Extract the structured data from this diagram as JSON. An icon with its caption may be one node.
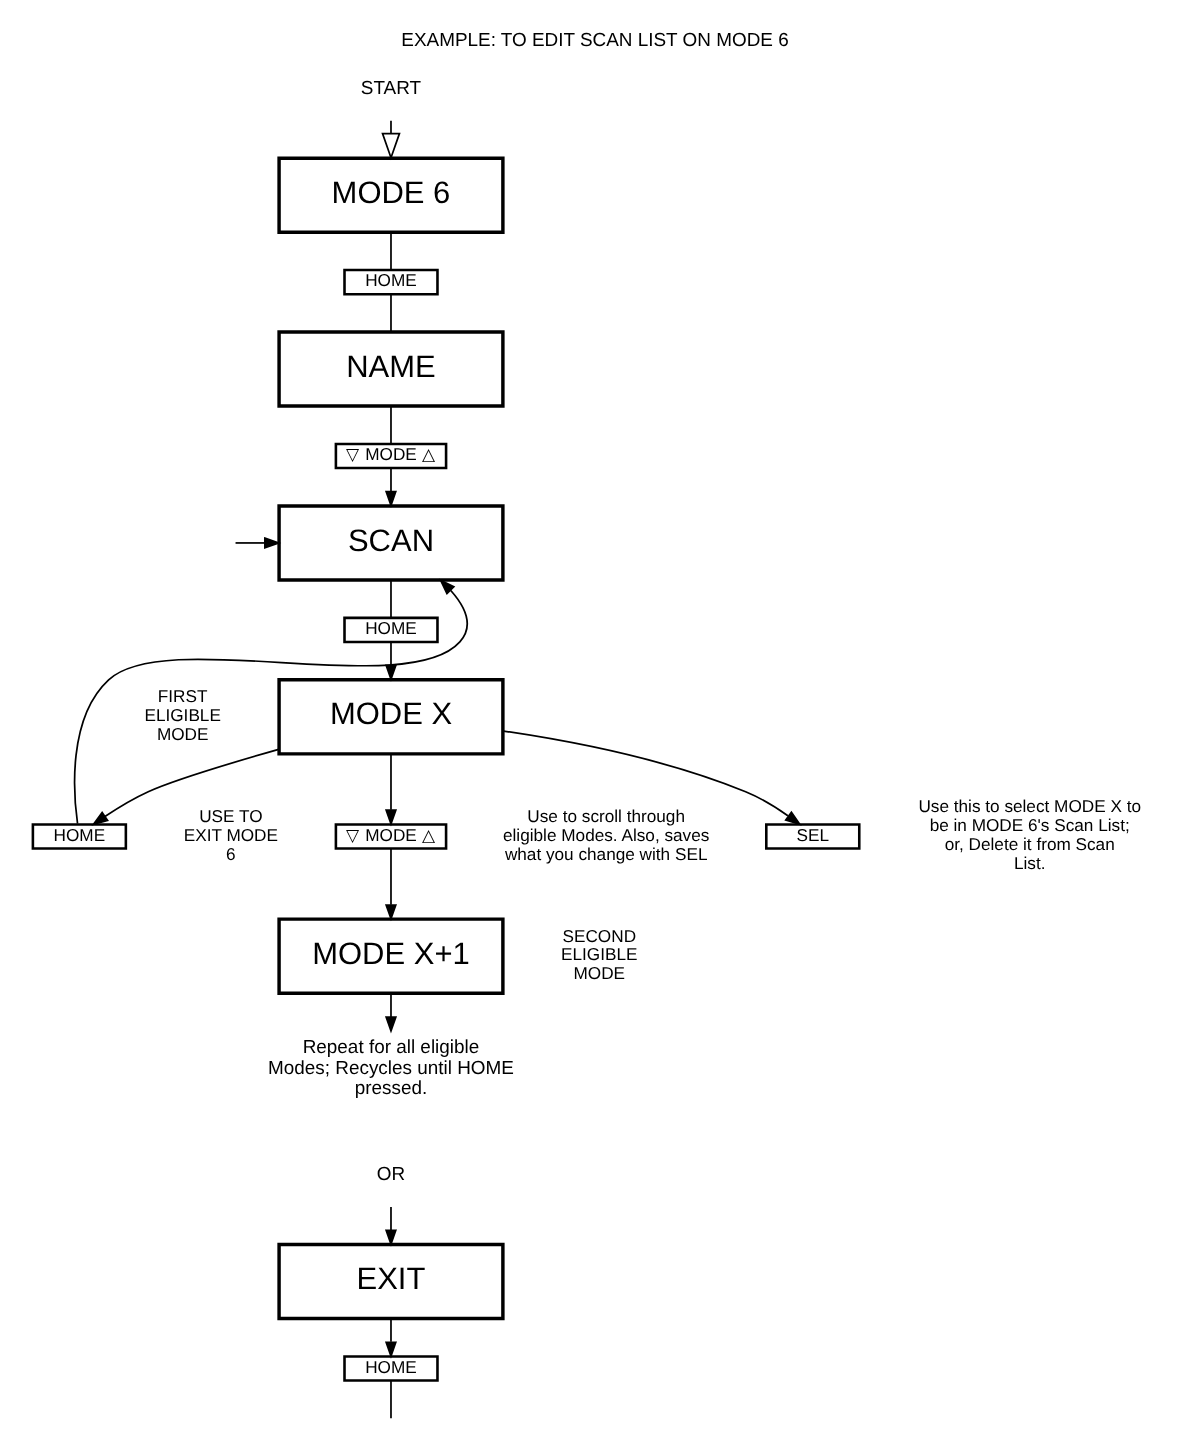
{
  "diagram": {
    "title": "EXAMPLE: TO EDIT SCAN LIST ON MODE 6",
    "nodes": [
      {
        "text": [
          "START"
        ]
      },
      {
        "text": [
          "MODE 6"
        ]
      },
      {
        "text": [
          "HOME"
        ]
      },
      {
        "text": [
          "NAME"
        ]
      },
      {
        "text": [
          "▽ MODE △"
        ]
      },
      {
        "text": [
          "SCAN"
        ]
      },
      {
        "text": [
          "HOME"
        ]
      },
      {
        "text": [
          "MODE X"
        ],
        "beside": [
          "FIRST ELIGIBLE MODE"
        ]
      },
      {
        "text": [
          "HOME"
        ],
        "beside": [
          "USE TO EXIT MODE 6"
        ]
      },
      {
        "text": [
          "▽ MODE △"
        ],
        "beside": [
          "Use to scroll through eligible Modes. Also, saves what you change with SEL"
        ]
      },
      {
        "text": [
          "SEL"
        ],
        "beside": [
          "Use this to select MODE X to be in MODE 6's Scan List; or, Delete it from Scan List."
        ]
      },
      {
        "text": [
          "MODE X+1"
        ],
        "beside": [
          "SECOND ELIGIBLE MODE"
        ]
      },
      {
        "text": [
          "Repeat for all eligible Modes; Recycles until HOME pressed."
        ]
      },
      {
        "text": [
          "OR"
        ]
      },
      {
        "text": [
          "EXIT"
        ]
      },
      {
        "text": [
          "HOME"
        ]
      }
    ],
    "edges": [
      {
        "from": 0,
        "to": 1,
        "arrow": "to"
      },
      {
        "from": 1,
        "to": 2,
        "arrow": "none"
      },
      {
        "from": 2,
        "to": 3,
        "arrow": "none"
      },
      {
        "from": 3,
        "to": 4,
        "arrow": "none"
      },
      {
        "from": 4,
        "to": 5,
        "arrow": "to"
      },
      {
        "from": 5,
        "to": 6,
        "arrow": "none"
      },
      {
        "from": 6,
        "to": 7,
        "arrow": "to"
      },
      {
        "from": 7,
        "to": 8,
        "arrow": "to"
      },
      {
        "from": 8,
        "to": 5,
        "arrow": "to"
      },
      {
        "from": null,
        "to": 5,
        "arrow": "to"
      },
      {
        "from": 7,
        "to": 9,
        "arrow": "to"
      },
      {
        "from": 9,
        "to": 11,
        "arrow": "to"
      },
      {
        "from": 7,
        "to": 10,
        "arrow": "to"
      },
      {
        "from": 11,
        "to": 12,
        "arrow": "to"
      },
      {
        "from": 13,
        "to": 14,
        "arrow": "to"
      },
      {
        "from": 14,
        "to": 15,
        "arrow": "to"
      },
      {
        "from": 15,
        "to": null,
        "arrow": "none"
      }
    ]
  }
}
